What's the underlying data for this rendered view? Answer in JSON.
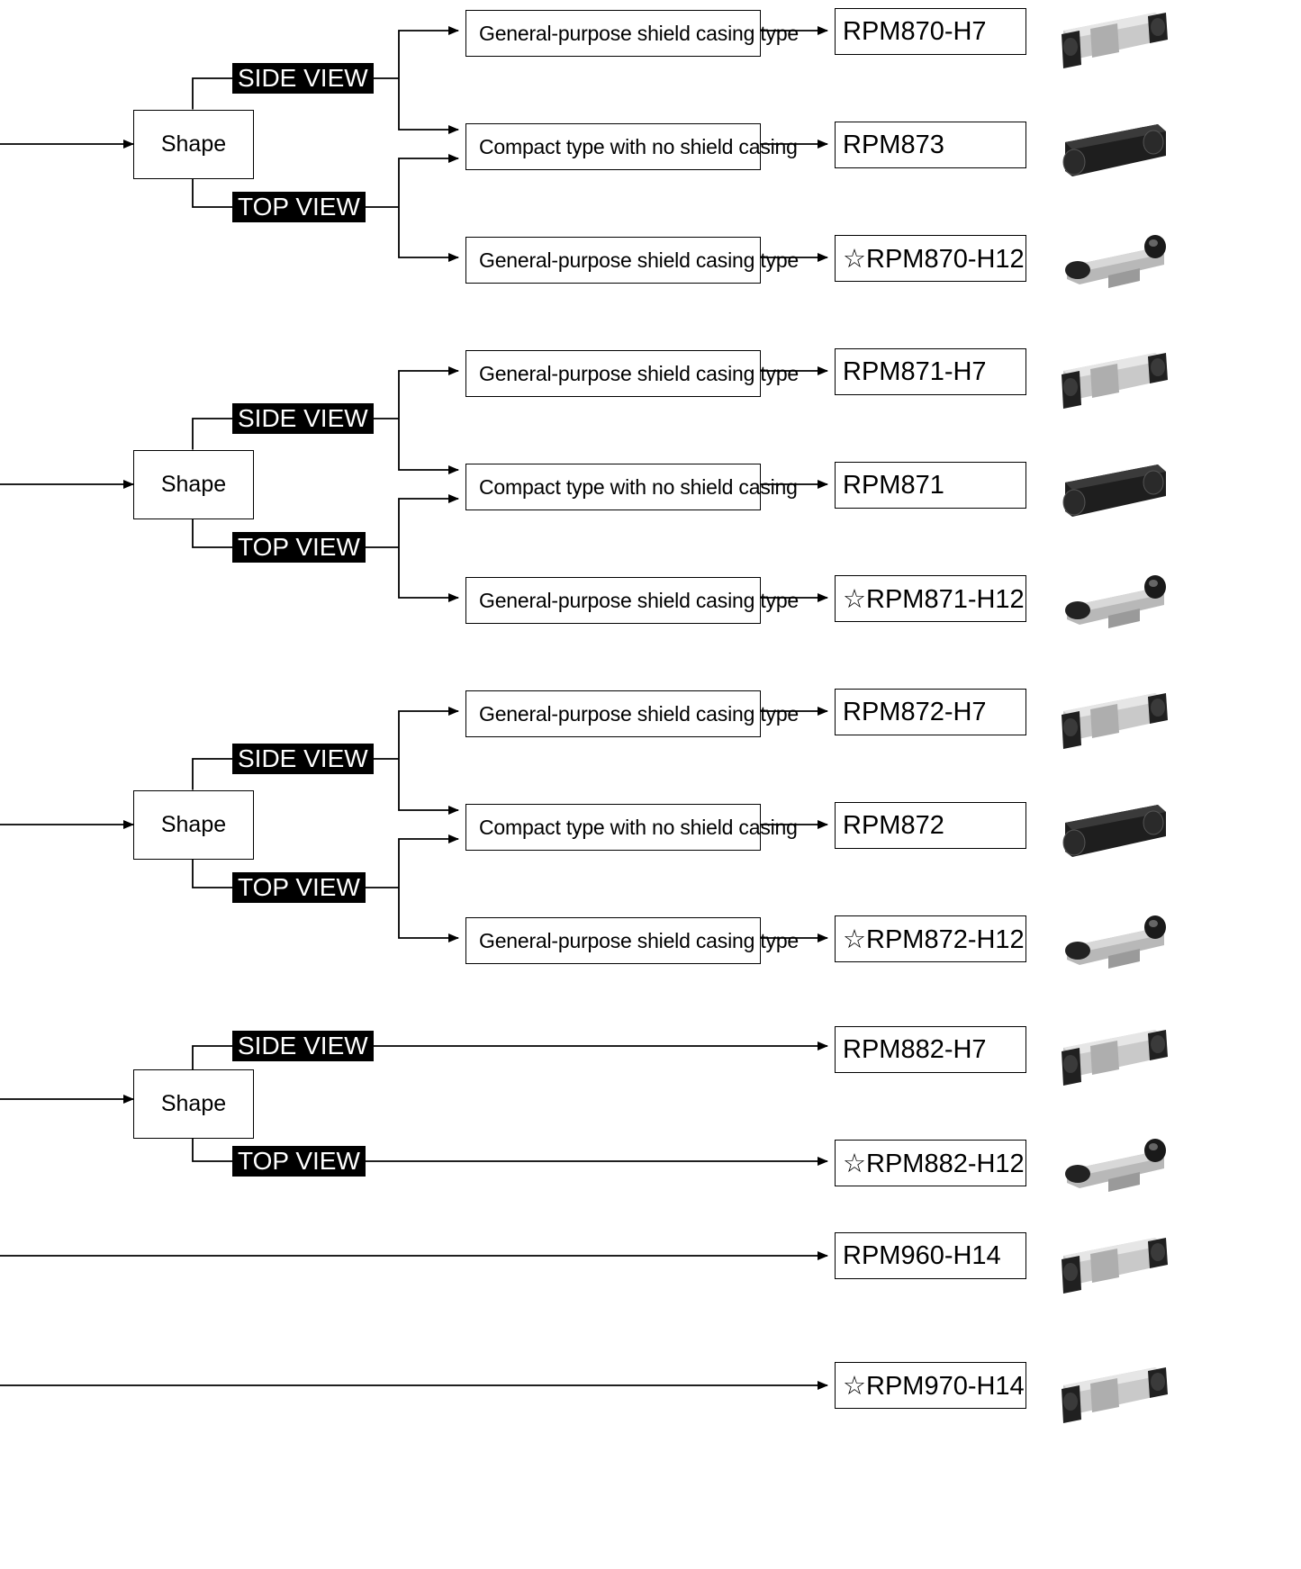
{
  "labels": {
    "shape": "Shape",
    "side_view": "SIDE VIEW",
    "top_view": "TOP VIEW",
    "general_purpose": "General-purpose shield casing type",
    "compact": "Compact type with no shield casing"
  },
  "groups": [
    {
      "kind": "full",
      "parts": [
        "RPM870-H7",
        "RPM873",
        "☆RPM870-H12"
      ],
      "types": [
        "General-purpose shield casing type",
        "Compact type with no shield casing",
        "General-purpose shield casing type"
      ]
    },
    {
      "kind": "full",
      "parts": [
        "RPM871-H7",
        "RPM871",
        "☆RPM871-H12"
      ],
      "types": [
        "General-purpose shield casing type",
        "Compact type with no shield casing",
        "General-purpose shield casing type"
      ]
    },
    {
      "kind": "full",
      "parts": [
        "RPM872-H7",
        "RPM872",
        "☆RPM872-H12"
      ],
      "types": [
        "General-purpose shield casing type",
        "Compact type with no shield casing",
        "General-purpose shield casing type"
      ]
    },
    {
      "kind": "short",
      "parts": [
        "RPM882-H7",
        "☆RPM882-H12"
      ]
    }
  ],
  "direct": [
    "RPM960-H14",
    "☆RPM970-H14"
  ],
  "product_images": [
    "silver-side-view-sensor",
    "black-compact-sensor",
    "top-view-shield-sensor",
    "silver-side-view-sensor",
    "black-compact-sensor",
    "top-view-shield-sensor",
    "silver-side-view-sensor",
    "black-compact-sensor",
    "top-view-shield-sensor",
    "silver-side-view-sensor",
    "top-view-shield-sensor",
    "silver-side-view-sensor",
    "silver-side-view-sensor"
  ],
  "colors": {
    "line": "#000000",
    "label_bg": "#000000",
    "label_fg": "#ffffff"
  }
}
